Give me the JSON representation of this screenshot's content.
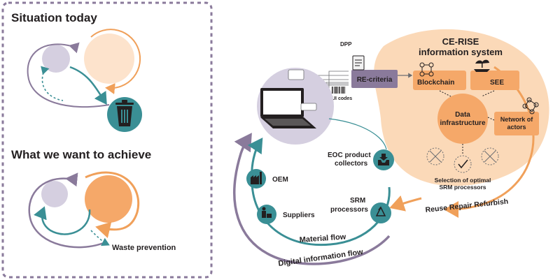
{
  "left_panel": {
    "heading_today": "Situation today",
    "heading_goal": "What we want to achieve",
    "waste_label": "Waste prevention"
  },
  "system": {
    "title_line1": "CE-RISE",
    "title_line2": "information system",
    "blockchain": "Blockchain",
    "see": "SEE",
    "data_infra_line1": "Data",
    "data_infra_line2": "infrastructure",
    "network_line1": "Network of",
    "network_line2": "actors",
    "selection_line1": "Selection of optimal",
    "selection_line2": "SRM processors"
  },
  "inputs": {
    "dpp": "DPP",
    "ui_codes": "UI codes",
    "re_criteria": "RE-criteria"
  },
  "loop": {
    "eoc_line1": "EOC product",
    "eoc_line2": "collectors",
    "oem": "OEM",
    "suppliers": "Suppliers",
    "srm_line1": "SRM",
    "srm_line2": "processors",
    "material_flow": "Material flow",
    "digital_flow": "Digital information flow",
    "reuse": "Reuse Repair Refurbish"
  },
  "colors": {
    "purple": "#8a7a9b",
    "purple_light": "#d5cfe0",
    "teal": "#3a8f95",
    "teal_dark": "#2d6f75",
    "orange": "#f0a05a",
    "orange_light": "#fbd9b8",
    "orange_fill": "#f5a869",
    "dashed_border": "#8a7a9b"
  },
  "icons": [
    "trash-icon",
    "laptop-icon",
    "blockchain-icon",
    "plant-hand-icon",
    "network-icon",
    "checkmark-icon",
    "cross-icon",
    "factory-icon",
    "worker-icon",
    "recycle-icon",
    "inbox-icon",
    "barcode-icon",
    "document-icon"
  ]
}
